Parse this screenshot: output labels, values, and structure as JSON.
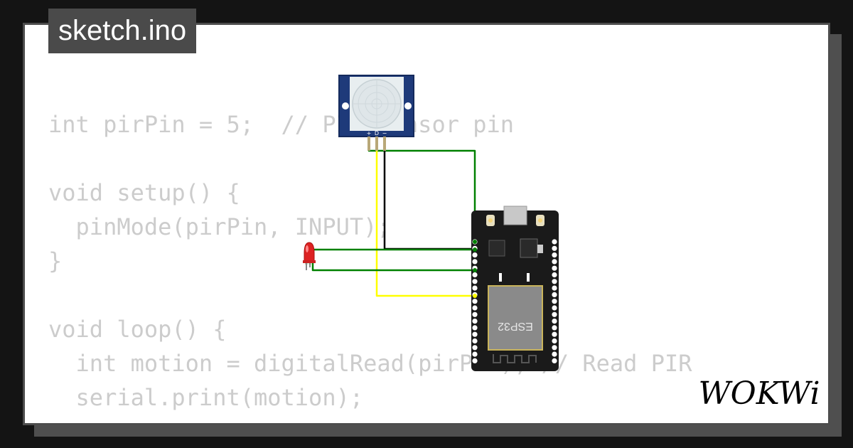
{
  "tab": {
    "filename": "sketch.ino"
  },
  "code_lines": [
    "int pirPin = 5;  // PIR sensor pin",
    "",
    "void setup() {",
    "  pinMode(pirPin, INPUT);",
    "}",
    "",
    "void loop() {",
    "  int motion = digitalRead(pirPin); // Read PIR",
    "  serial.print(motion);"
  ],
  "pir_sensor": {
    "pin_labels": [
      "+",
      "D",
      "−"
    ]
  },
  "esp32": {
    "chip_label": "ESP32"
  },
  "brand": {
    "logo_text": "WOKWi"
  },
  "colors": {
    "background": "#141414",
    "card": "#ffffff",
    "code_text": "#cccccc",
    "wire_green": "#008000",
    "wire_yellow": "#ffff00",
    "wire_black": "#000000",
    "pir_board": "#1e3a7a",
    "esp32_board": "#1a1a1a",
    "led": "#dd2222"
  }
}
